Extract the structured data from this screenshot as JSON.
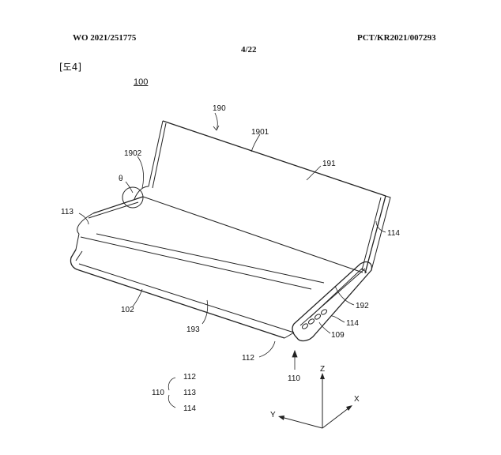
{
  "header": {
    "publication_number": "WO 2021/251775",
    "sheet": "4/22",
    "application_number": "PCT/KR2021/007293"
  },
  "figure": {
    "label": "[도4]",
    "reference": "100"
  },
  "labels": {
    "l190": "190",
    "l1901": "1901",
    "l1902": "1902",
    "l191": "191",
    "ltheta": "θ",
    "l113": "113",
    "l114a": "114",
    "l102": "102",
    "l193": "193",
    "l192": "192",
    "l114b": "114",
    "l109": "109",
    "l112": "112",
    "l110": "110"
  },
  "legend": {
    "group": "110",
    "items": [
      "112",
      "113",
      "114"
    ]
  },
  "axes": {
    "z": "Z",
    "x": "X",
    "y": "Y"
  }
}
